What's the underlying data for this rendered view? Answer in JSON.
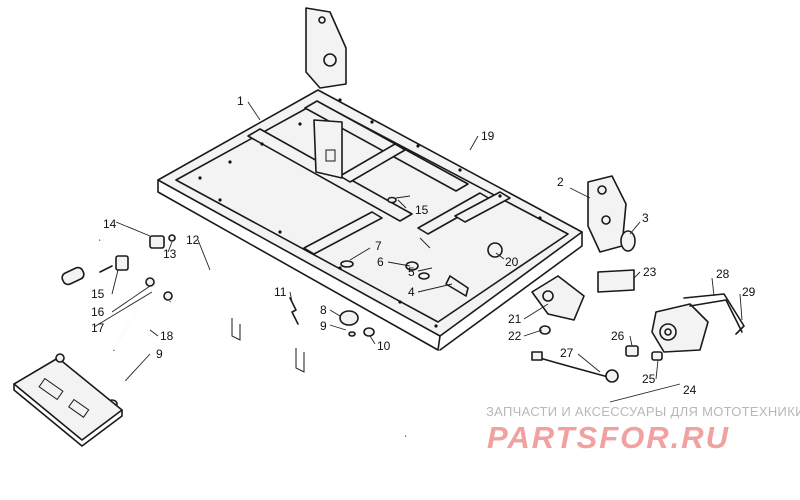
{
  "diagram": {
    "callouts": [
      "1",
      "2",
      "3",
      "4",
      "5",
      "6",
      "7",
      "8",
      "9",
      "10",
      "11",
      "12",
      "13",
      "14",
      "15",
      "16",
      "17",
      "18",
      "19",
      "20",
      "21",
      "22",
      "23",
      "24",
      "25",
      "26",
      "27",
      "28",
      "29"
    ],
    "callouts_secondary": [
      "15",
      "9"
    ]
  },
  "watermark": {
    "caption": "ЗАПЧАСТИ И АКСЕССУАРЫ ДЛЯ МОТОТЕХНИКИ",
    "logo": "PARTSFOR.RU",
    "color": "#f2a1a1"
  },
  "colors": {
    "line": "#1a1a1a",
    "background": "#ffffff"
  }
}
